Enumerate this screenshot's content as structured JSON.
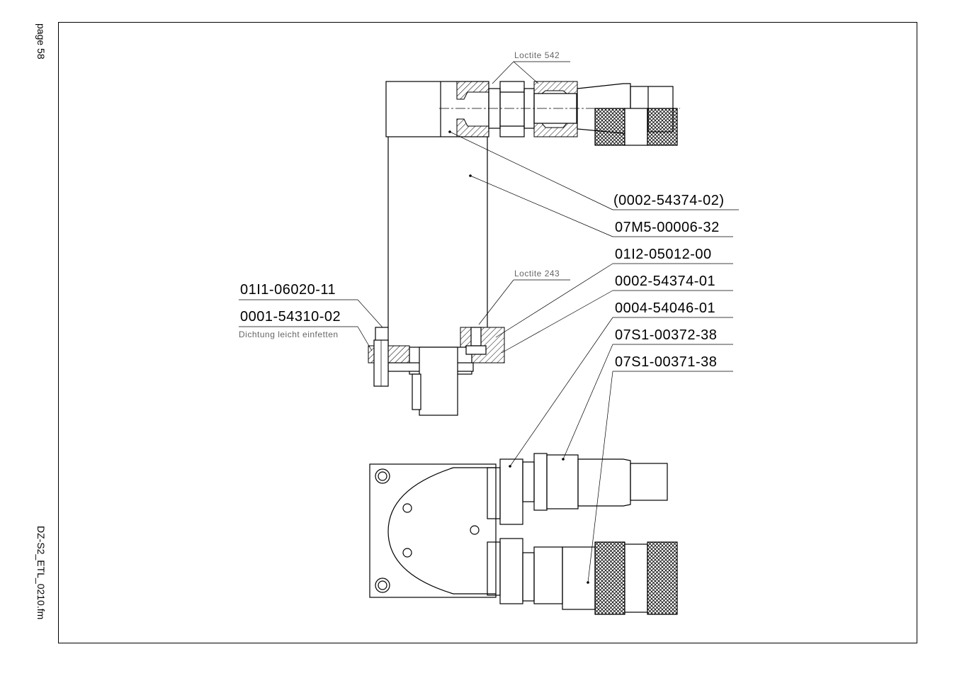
{
  "page": {
    "label": "page 58",
    "file": "DZ-S2_ETL_0210.fm"
  },
  "notes": {
    "loctite_top": "Loctite 542",
    "loctite_mid": "Loctite 243",
    "seal_hint": "Dichtung leicht einfetten"
  },
  "part_numbers": {
    "p1": "(0002-54374-02)",
    "p2": "07M5-00006-32",
    "p3": "01I2-05012-00",
    "p4": "0002-54374-01",
    "p5": "0004-54046-01",
    "p6": "07S1-00372-38",
    "p7": "07S1-00371-38",
    "left1": "01I1-06020-11",
    "left2": "0001-54310-02"
  }
}
